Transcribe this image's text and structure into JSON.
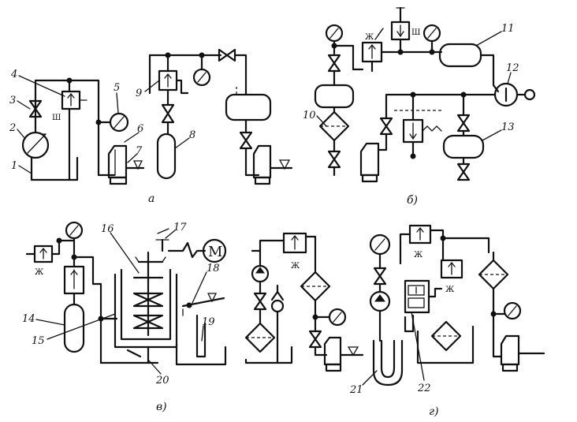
{
  "diagram": {
    "subfigure_labels": {
      "a": "а",
      "b": "б)",
      "v": "в)",
      "g": "г)"
    },
    "motor_symbol": "M",
    "callouts": [
      "1",
      "2",
      "3",
      "4",
      "5",
      "6",
      "7",
      "8",
      "9",
      "10",
      "11",
      "12",
      "13",
      "14",
      "15",
      "16",
      "17",
      "18",
      "19",
      "20",
      "21",
      "22"
    ]
  }
}
